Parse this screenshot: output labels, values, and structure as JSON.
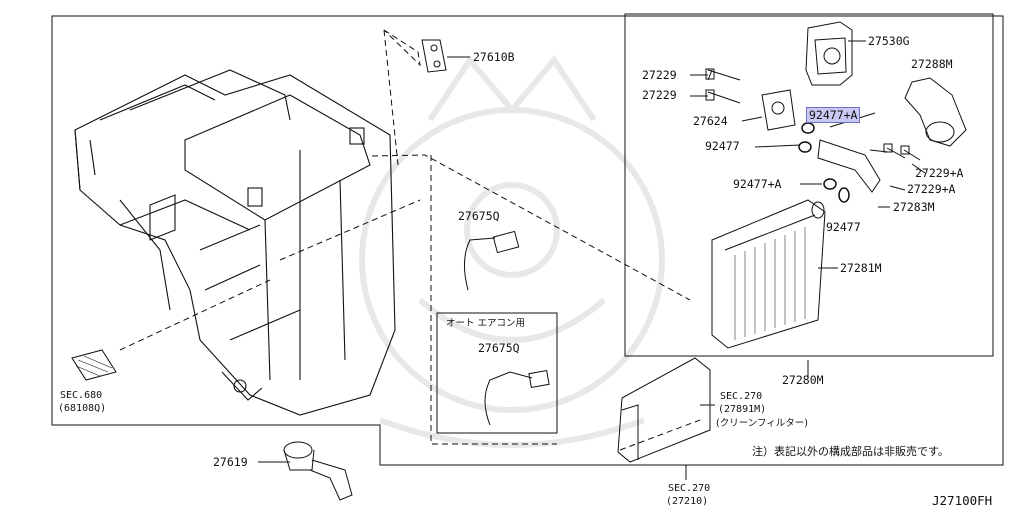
{
  "diagram": {
    "code": "J27100FH",
    "note": "注）表記以外の構成部品は非販売です。",
    "auto_ac_label": "オート エアコン用",
    "highlight_color": "#c9c9f4",
    "parts": {
      "p27610B": "27610B",
      "p27530G": "27530G",
      "p27288M": "27288M",
      "p27229_1": "27229",
      "p27229_2": "27229",
      "p92477A_hl": "92477+A",
      "p27624": "27624",
      "p92477_1": "92477",
      "p27229A_1": "27229+A",
      "p27229A_2": "27229+A",
      "p92477A_2": "92477+A",
      "p27283M": "27283M",
      "p92477_2": "92477",
      "p27675Q_1": "27675Q",
      "p27281M": "27281M",
      "p27675Q_2": "27675Q",
      "p27280M": "27280M",
      "p27619": "27619"
    },
    "sec680": {
      "title": "SEC.680",
      "sub": "(68108Q)"
    },
    "sec270a": {
      "title": "SEC.270",
      "sub": "(27891M)",
      "jp": "(クリーンフィルター)"
    },
    "sec270b": {
      "title": "SEC.270",
      "sub": "(27210)"
    }
  }
}
